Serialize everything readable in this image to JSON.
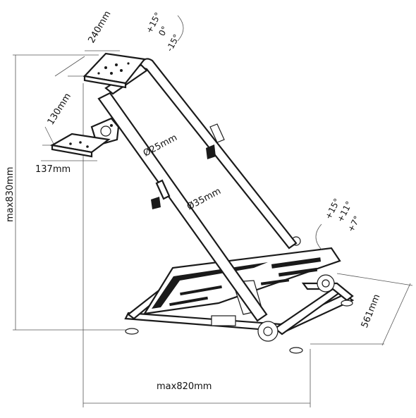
{
  "dimensions": {
    "wheel_plate_width": "240mm",
    "shifter_plate_depth": "130mm",
    "shifter_plate_width": "137mm",
    "max_height": "max830mm",
    "max_length": "max820mm",
    "base_depth": "561mm",
    "tube_small": "Ø25mm",
    "tube_large": "Ø35mm"
  },
  "wheel_tilt": [
    "+15°",
    "0°",
    "-15°"
  ],
  "pedal_tilt": [
    "+15°",
    "+11°",
    "+7°"
  ]
}
